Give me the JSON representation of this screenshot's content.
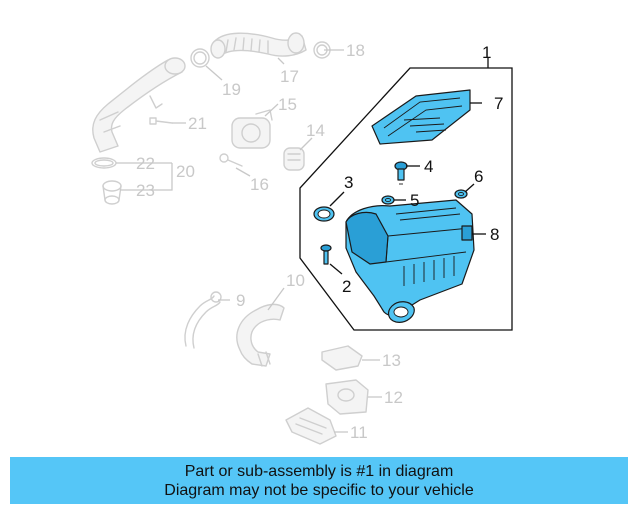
{
  "callouts": {
    "c1": "1",
    "c2": "2",
    "c3": "3",
    "c4": "4",
    "c5": "5",
    "c6": "6",
    "c7": "7",
    "c8": "8",
    "c9": "9",
    "c10": "10",
    "c11": "11",
    "c12": "12",
    "c13": "13",
    "c14": "14",
    "c15": "15",
    "c16": "16",
    "c17": "17",
    "c18": "18",
    "c19": "19",
    "c20": "20",
    "c21": "21",
    "c22": "22",
    "c23": "23"
  },
  "footer": {
    "line1": "Part or sub-assembly is #1 in diagram",
    "line2": "Diagram may not be specific to your vehicle"
  },
  "colors": {
    "highlight_part": "#4fc3f2",
    "banner": "#55c6f7",
    "ghost_part": "#cfcfcf"
  }
}
